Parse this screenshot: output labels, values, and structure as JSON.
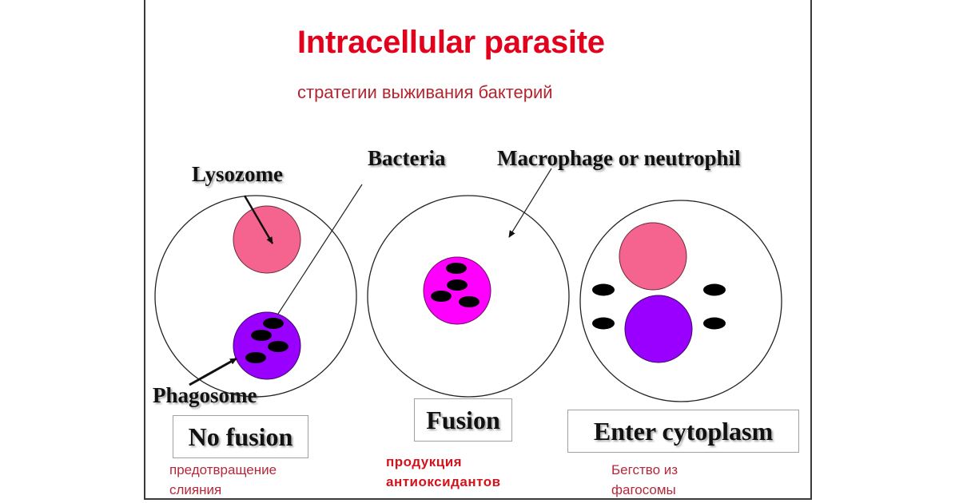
{
  "slide": {
    "title": "Intracellular parasite",
    "subtitle": "стратегии выживания бактерий"
  },
  "labels": {
    "lysozome": "Lysozome",
    "bacteria": "Bacteria",
    "macrophage": "Macrophage or neutrophil",
    "phagosome": "Phagosome"
  },
  "panels": [
    {
      "name": "no-fusion",
      "box_label": "No fusion",
      "note_line1": "предотвращение",
      "note_line2": "слияния"
    },
    {
      "name": "fusion",
      "box_label": "Fusion",
      "note_line1": "продукция",
      "note_line2": "антиоксидантов"
    },
    {
      "name": "enter-cytoplasm",
      "box_label": "Enter cytoplasm",
      "note_line1": "Бегство из",
      "note_line2": "фагосомы"
    }
  ],
  "colors": {
    "title_red": "#e2001d",
    "note_red": "#b5283a",
    "lysosome_pink": "#f5648e",
    "phagosome_purple": "#9900ff",
    "phagolysosome_magenta": "#ff00ff",
    "bacteria_black": "#000000",
    "cell_outline": "#222222"
  }
}
